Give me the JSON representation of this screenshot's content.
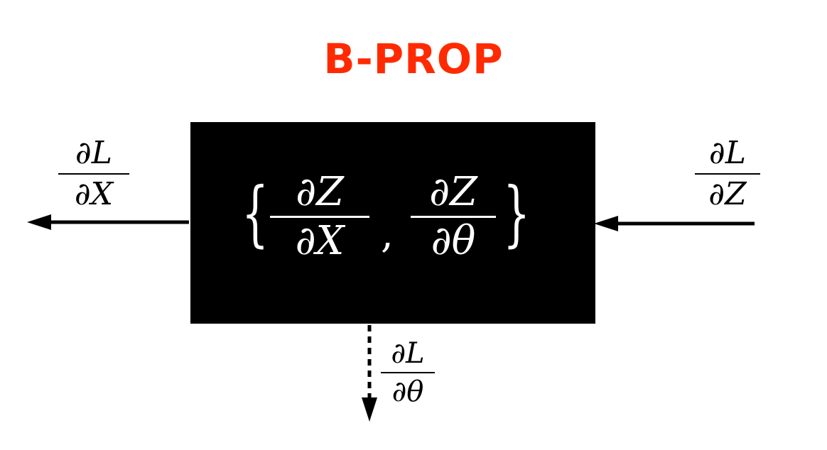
{
  "title": "B-PROP",
  "colors": {
    "title": "#ff2a00",
    "block": "#000000",
    "block_text": "#ffffff",
    "arrow": "#000000"
  },
  "block": {
    "brace_open": "{",
    "brace_close": "}",
    "separator": ",",
    "term1": {
      "numerator": "∂Z",
      "denominator": "∂X"
    },
    "term2": {
      "numerator": "∂Z",
      "denominator": "∂θ"
    }
  },
  "output_left": {
    "numerator": "∂L",
    "denominator": "∂X"
  },
  "input_right": {
    "numerator": "∂L",
    "denominator": "∂Z"
  },
  "output_bottom": {
    "numerator": "∂L",
    "denominator": "∂θ"
  }
}
